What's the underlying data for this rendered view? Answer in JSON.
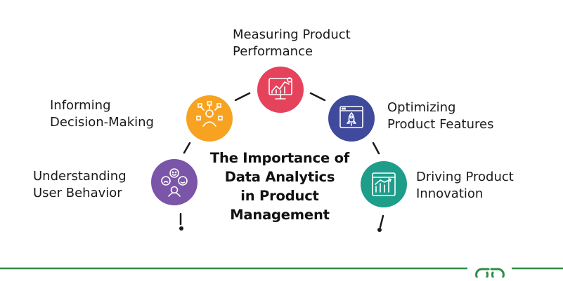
{
  "title_lines": [
    "The Importance of",
    "Data Analytics",
    "in Product",
    "Management"
  ],
  "nodes": [
    {
      "id": "behavior",
      "lines": [
        "Understanding",
        "User Behavior"
      ],
      "color": "#7b55a8",
      "icon": "users-emotion-icon"
    },
    {
      "id": "decision",
      "lines": [
        "Informing",
        "Decision-Making"
      ],
      "color": "#f7a321",
      "icon": "decision-network-icon"
    },
    {
      "id": "measuring",
      "lines": [
        "Measuring Product",
        "Performance"
      ],
      "color": "#e5425c",
      "icon": "performance-monitor-icon"
    },
    {
      "id": "optimizing",
      "lines": [
        "Optimizing",
        "Product Features"
      ],
      "color": "#3f4a9c",
      "icon": "rocket-launch-icon"
    },
    {
      "id": "driving",
      "lines": [
        "Driving Product",
        "Innovation"
      ],
      "color": "#1e9e8a",
      "icon": "growth-chart-icon"
    }
  ],
  "footer": {
    "accent": "#2f8d46",
    "logo": "geeksforgeeks-logo"
  }
}
